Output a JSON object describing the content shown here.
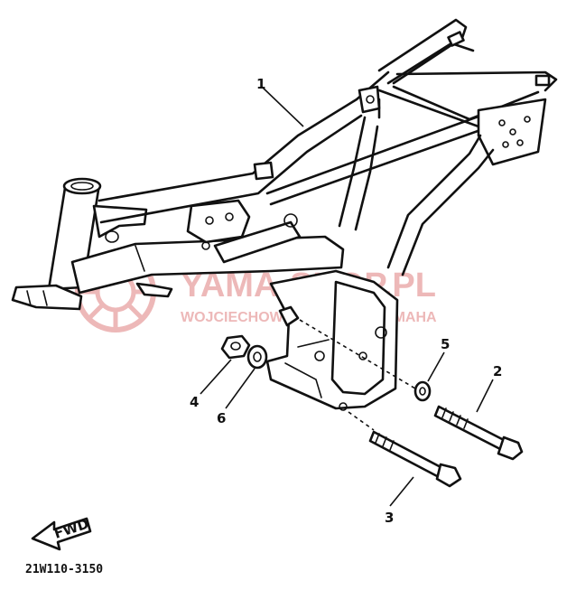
{
  "diagram": {
    "callouts": [
      "1",
      "2",
      "3",
      "4",
      "5",
      "6"
    ],
    "watermark": {
      "line1": "YAMA-SHOP.PL",
      "line2": "WOJCIECHOWSKI DEALER YAMAHA",
      "color": "#e7a1a1"
    },
    "fwd_label": "FWD",
    "part_code": "21W110-3150"
  }
}
